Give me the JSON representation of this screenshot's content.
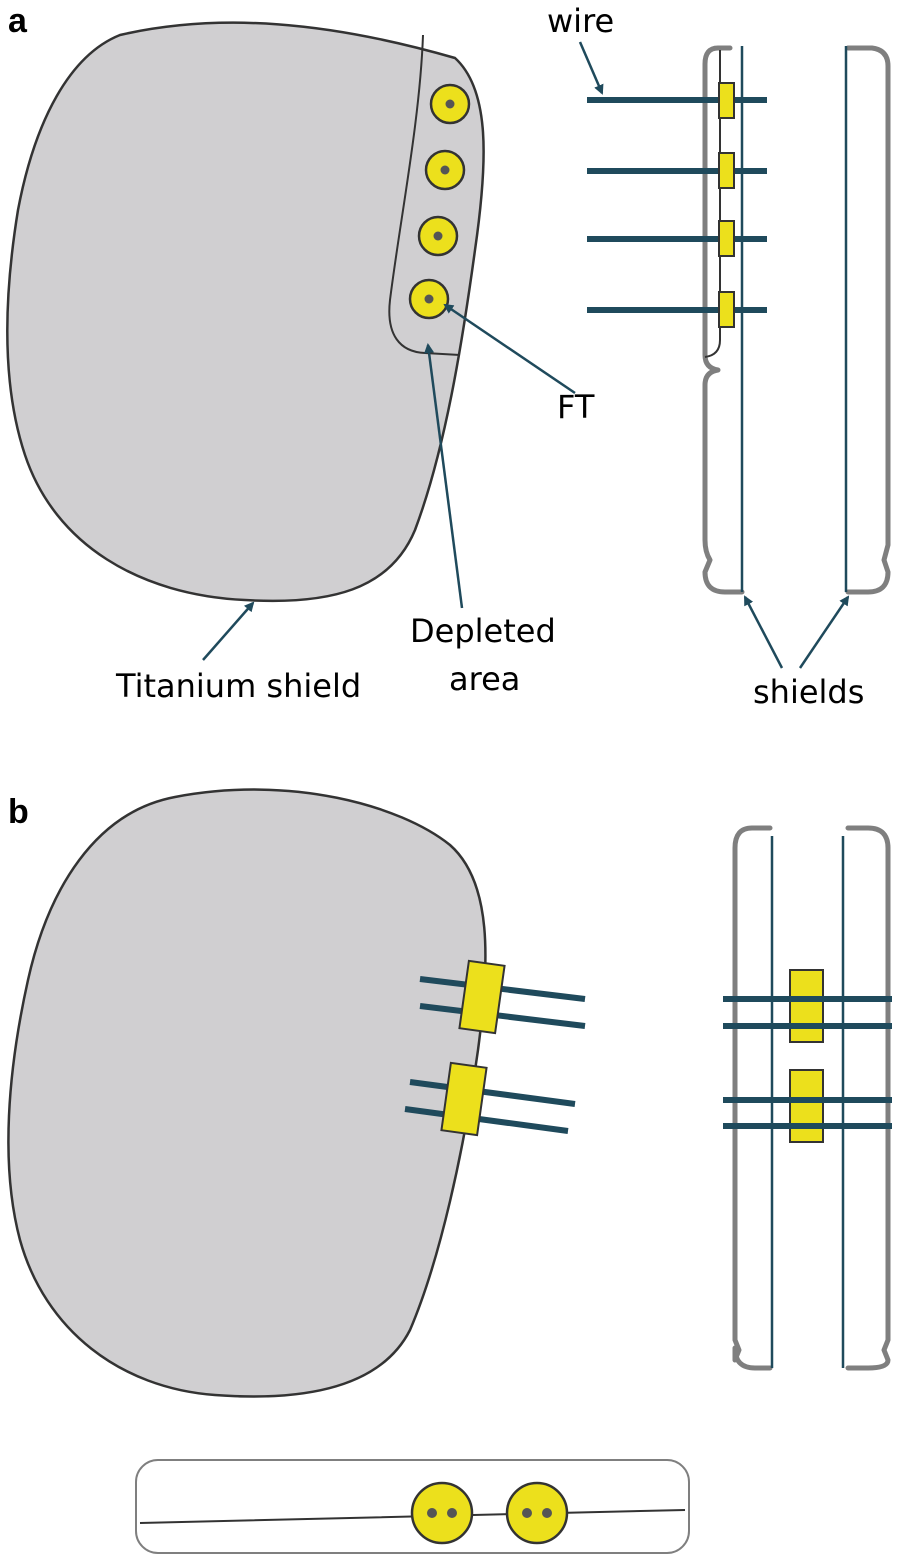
{
  "panels": {
    "a": {
      "letter": "a",
      "labels": {
        "wire": "wire",
        "ft": "FT",
        "titanium_shield": "Titanium shield",
        "depleted_line1": "Depleted",
        "depleted_line2": "area",
        "shields": "shields"
      }
    },
    "b": {
      "letter": "b"
    }
  },
  "colors": {
    "titanium": "#d0cfd1",
    "feedthrough": "#ece01c",
    "wire": "#1f4a5c",
    "case_outline": "#7f7f7f",
    "outline": "#333333"
  }
}
